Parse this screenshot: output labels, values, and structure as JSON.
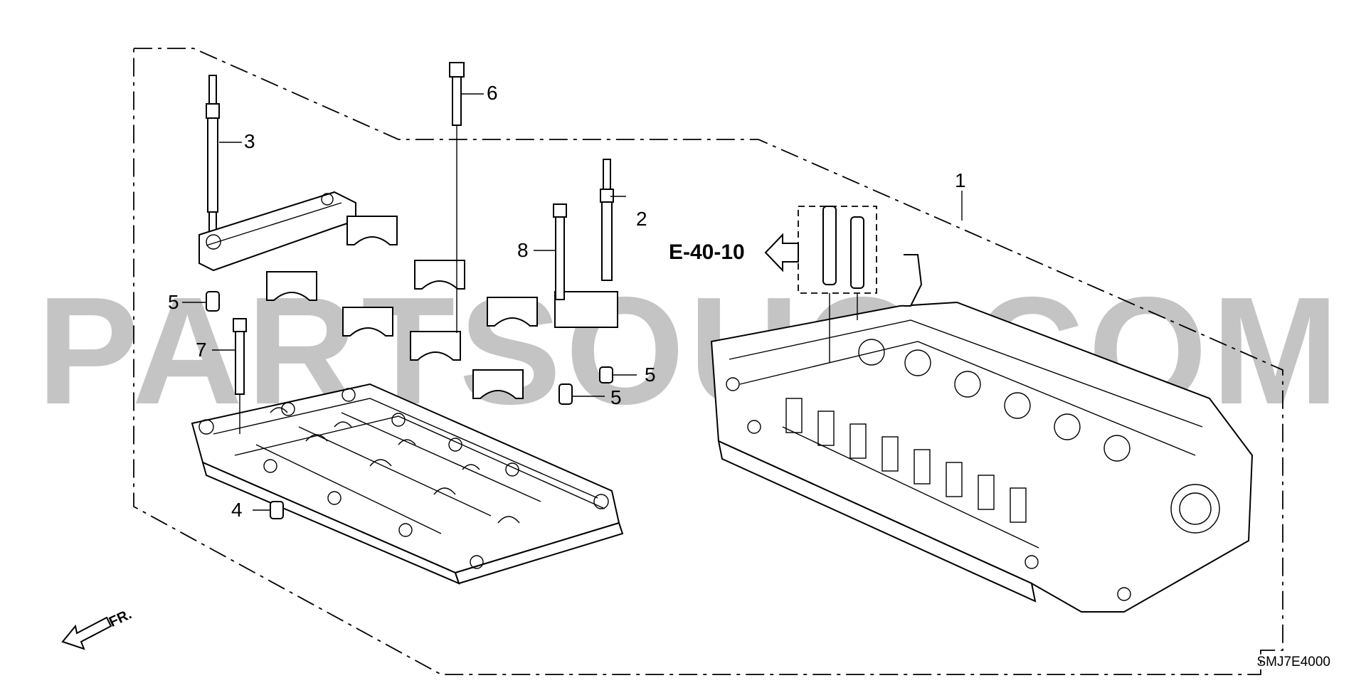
{
  "watermark": "PARTSOUQ.COM",
  "diagram_code": "SMJ7E4000",
  "reference": "E-40-10",
  "front_marker": "FR.",
  "callouts": {
    "c1": "1",
    "c2": "2",
    "c3": "3",
    "c4": "4",
    "c5a": "5",
    "c5b": "5",
    "c5c": "5",
    "c6": "6",
    "c7": "7",
    "c8": "8"
  }
}
